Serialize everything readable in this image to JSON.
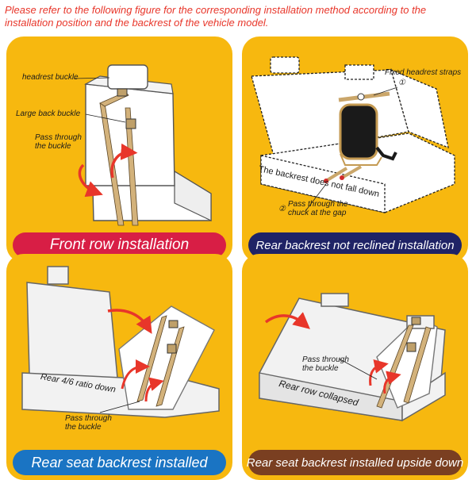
{
  "header": {
    "instruction": "Please refer to the following figure for the corresponding installation method according to the installation position and the backrest of the vehicle model."
  },
  "colors": {
    "panel_background": "#f7b80f",
    "front_banner": "#d81e45",
    "rear_not_reclined_banner": "#1f2366",
    "rear_backrest_banner": "#1a74c3",
    "upside_down_banner": "#7a3f21",
    "arrow": "#e8362a"
  },
  "panels": {
    "front_row": {
      "title": "Front row installation",
      "labels": {
        "headrest_buckle": "headrest buckle",
        "large_back_buckle": "Large back buckle",
        "pass_through_buckle": "Pass through the buckle"
      }
    },
    "rear_not_reclined": {
      "title": "Rear backrest not reclined installation",
      "labels": {
        "fixed_headrest_straps": "Fixed headrest straps",
        "step_one": "①",
        "backrest_note": "The backrest does not fall down",
        "step_two": "②",
        "pass_through_chuck": "Pass through the chuck at the gap"
      }
    },
    "rear_backrest": {
      "title": "Rear seat backrest installed",
      "labels": {
        "ratio_down": "Rear 4/6 ratio down",
        "pass_through_buckle": "Pass through the buckle"
      }
    },
    "upside_down": {
      "title": "Rear seat backrest installed upside down",
      "labels": {
        "pass_through_buckle": "Pass through the buckle",
        "rear_row_collapsed": "Rear row collapsed"
      }
    }
  }
}
